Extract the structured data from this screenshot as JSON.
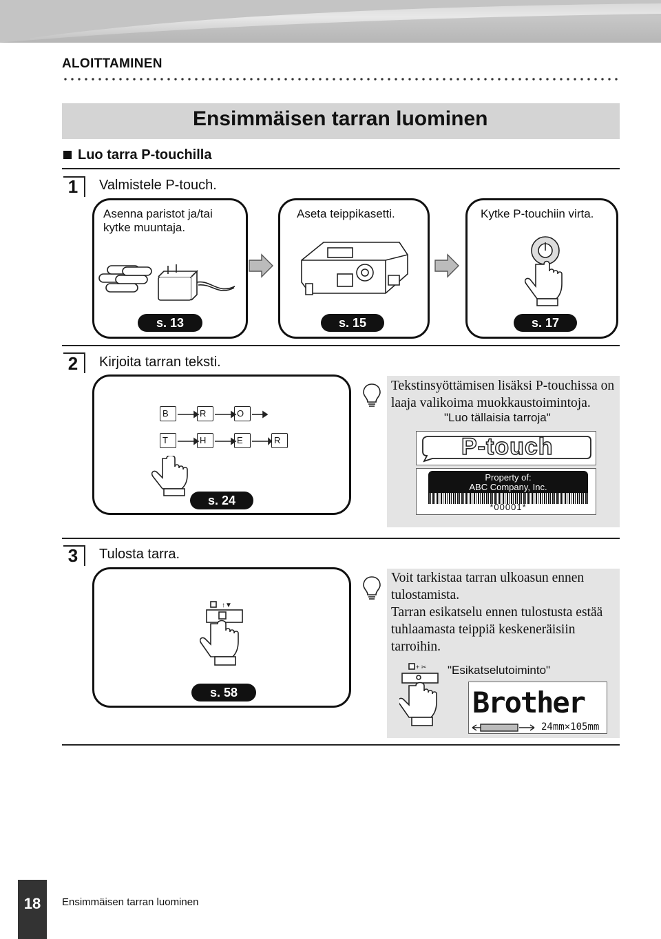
{
  "header": {
    "section": "ALOITTAMINEN"
  },
  "title": "Ensimmäisen tarran luominen",
  "subtitle": "Luo tarra P-touchilla",
  "step1": {
    "number": "1",
    "text": "Valmistele P-touch.",
    "boxes": [
      {
        "text": "Asenna paristot ja/tai kytke muuntaja.",
        "ref": "s. 13"
      },
      {
        "text": "Aseta teippikasetti.",
        "ref": "s. 15"
      },
      {
        "text": "Kytke P-touchiin virta.",
        "ref": "s. 17"
      }
    ]
  },
  "step2": {
    "number": "2",
    "text": "Kirjoita tarran teksti.",
    "keys_row1": [
      "B",
      "R",
      "O"
    ],
    "keys_row2": [
      "T",
      "H",
      "E",
      "R"
    ],
    "ref": "s. 24",
    "tip": "Tekstinsyöttämisen lisäksi P-touchissa on laaja valikoima muokkaustoimintoja.",
    "tip_caption": "\"Luo tällaisia tarroja\"",
    "label1": "P-touch",
    "label2_line1": "Property of:",
    "label2_line2": "ABC Company, Inc.",
    "label2_code": "*00001*"
  },
  "step3": {
    "number": "3",
    "text": "Tulosta tarra.",
    "ref": "s. 58",
    "tip_line1": "Voit tarkistaa tarran ulkoasun ennen tulostamista.",
    "tip_line2": "Tarran esikatselu ennen tulostusta estää tuhlaamasta teippiä keskeneräisiin tarroihin.",
    "tip_caption": "\"Esikatselutoiminto\"",
    "preview_text": "Brother",
    "preview_size": "24mm×105mm"
  },
  "footer": {
    "page": "18",
    "text": "Ensimmäisen tarran luominen"
  }
}
